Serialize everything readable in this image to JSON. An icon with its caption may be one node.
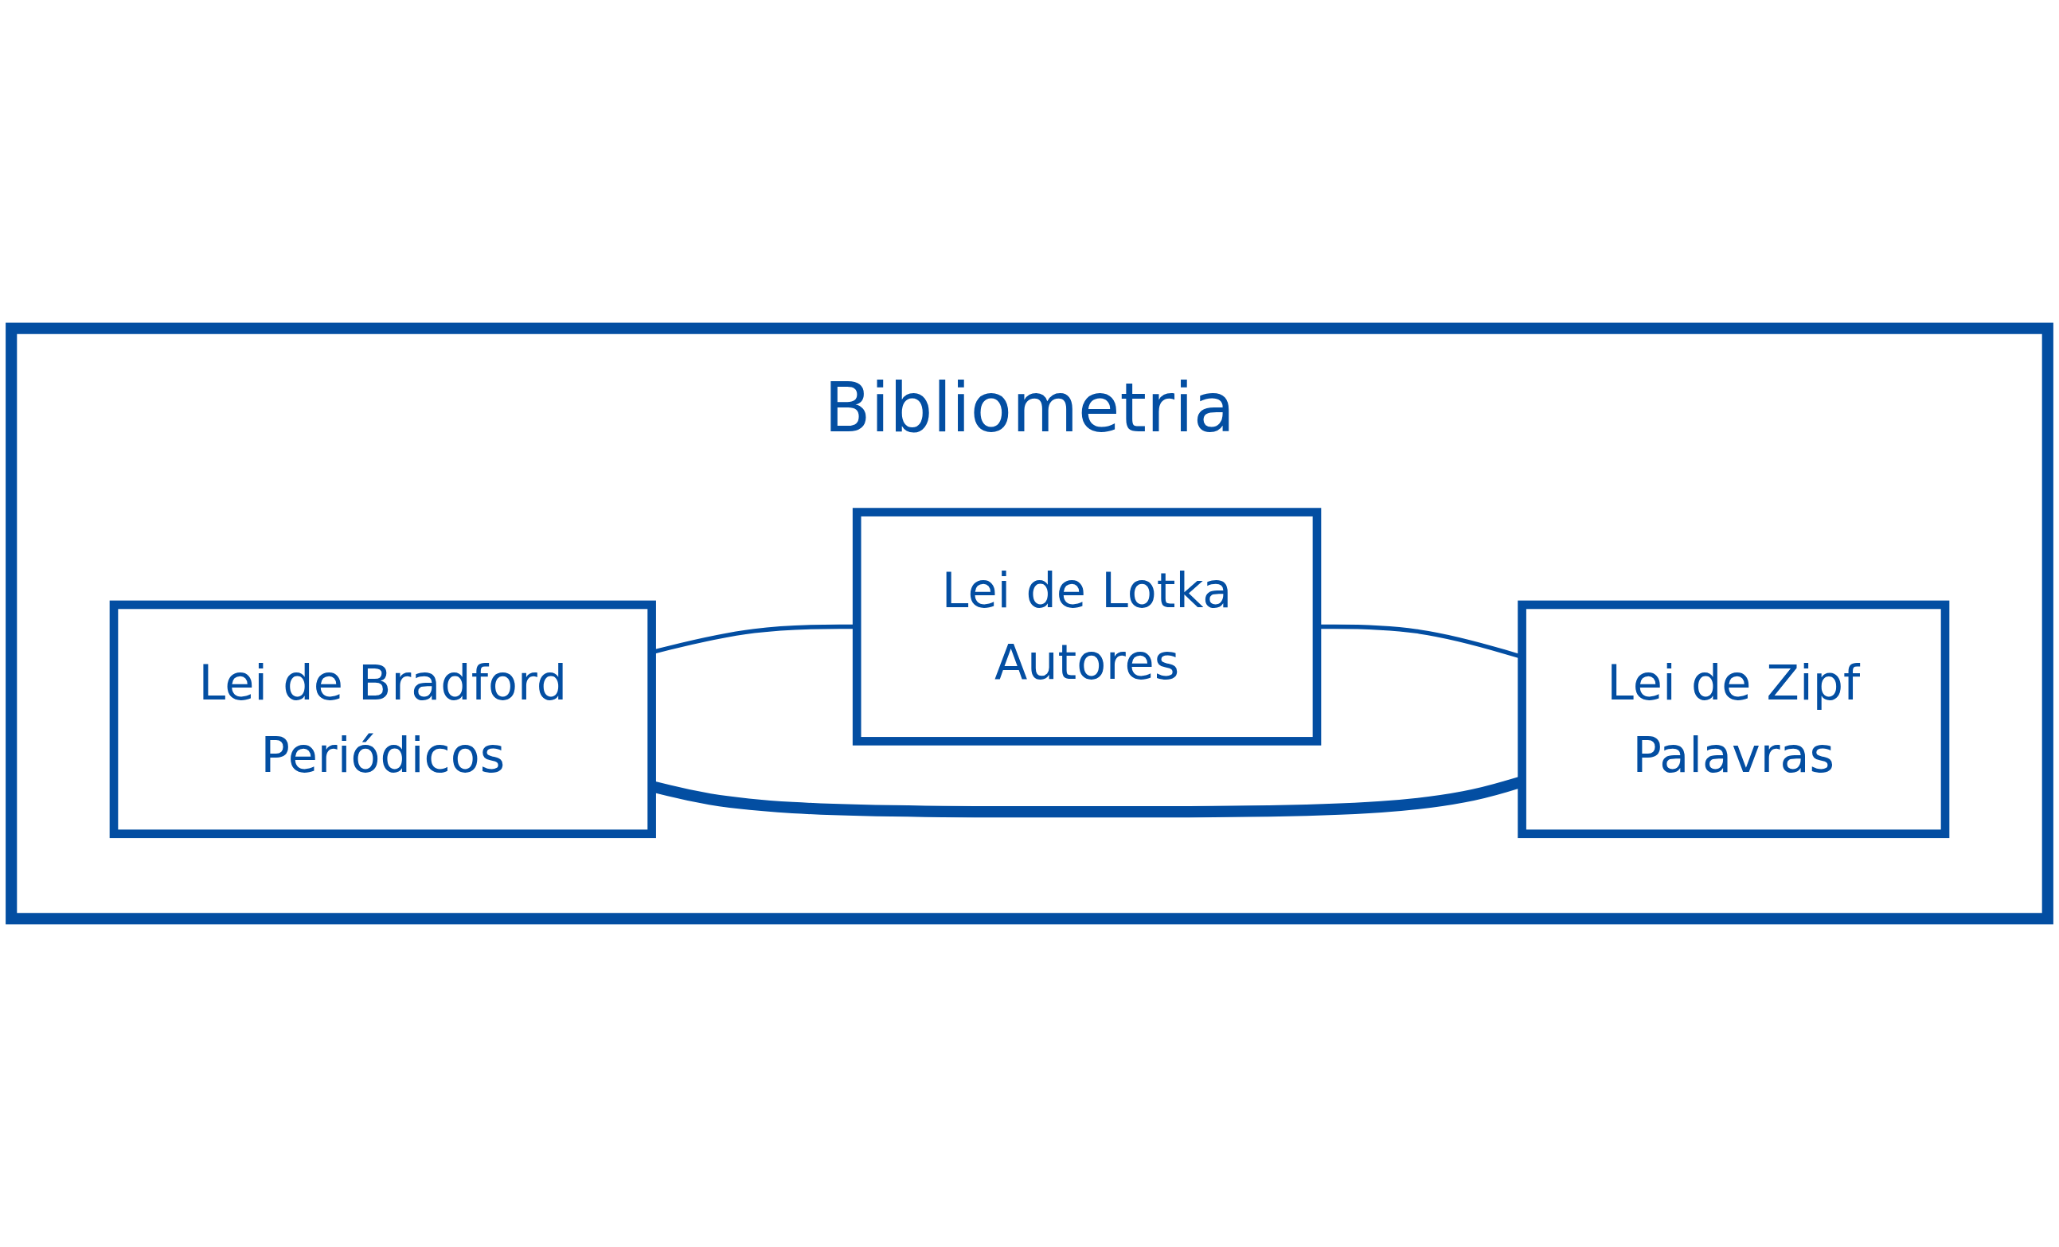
{
  "diagram": {
    "nodes": [
      {
        "text": [
          "Bibliometria"
        ]
      },
      {
        "text": [
          "Lei de Bradford",
          "Periódicos"
        ],
        "in": 0
      },
      {
        "text": [
          "Lei de Lotka",
          "Autores"
        ],
        "in": 0
      },
      {
        "text": [
          "Lei de Zipf",
          "Palavras"
        ],
        "in": 0
      }
    ],
    "edges": [
      {
        "from": 1,
        "to": 2,
        "arrow": "none"
      },
      {
        "from": 2,
        "to": 3,
        "arrow": "none"
      },
      {
        "from": 1,
        "to": 3,
        "arrow": "none",
        "style": "thick"
      }
    ]
  }
}
